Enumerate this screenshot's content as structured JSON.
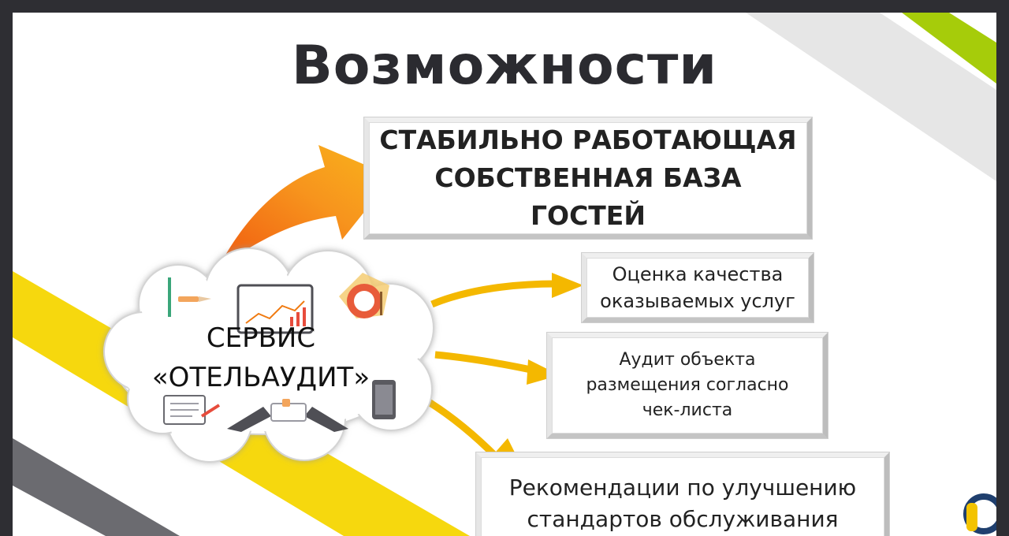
{
  "title": "Возможности",
  "center": {
    "line1": "СЕРВИС",
    "line2": "«ОТЕЛЬАУДИТ»"
  },
  "main_box": {
    "line1": "СТАБИЛЬНО РАБОТАЮЩАЯ",
    "line2": "СОБСТВЕННАЯ БАЗА",
    "line3": "ГОСТЕЙ"
  },
  "boxes": [
    {
      "line1": "Оценка качества",
      "line2": "оказываемых услуг"
    },
    {
      "line1": "Аудит объекта",
      "line2": "размещения согласно",
      "line3": "чек-листа"
    },
    {
      "line1": "Рекомендации по улучшению",
      "line2": "стандартов обслуживания"
    }
  ],
  "colors": {
    "frame": "#2e2e33",
    "title": "#2b2b30",
    "stripe_yellow": "#f6d80e",
    "stripe_gray": "#6b6b70",
    "stripe_light": "#e6e6e6",
    "stripe_green": "#a6cc0a",
    "arrow_yellow": "#f4b800",
    "arrow_orange": "#f07a10",
    "logo_blue": "#1f3f6e",
    "logo_yellow": "#f3c300"
  },
  "icons": [
    "cloud-icon",
    "tablet-chart-icon",
    "clipboard-icon",
    "handshake-icon",
    "phone-icon",
    "plate-icon",
    "pencil-icon",
    "logo-icon"
  ]
}
